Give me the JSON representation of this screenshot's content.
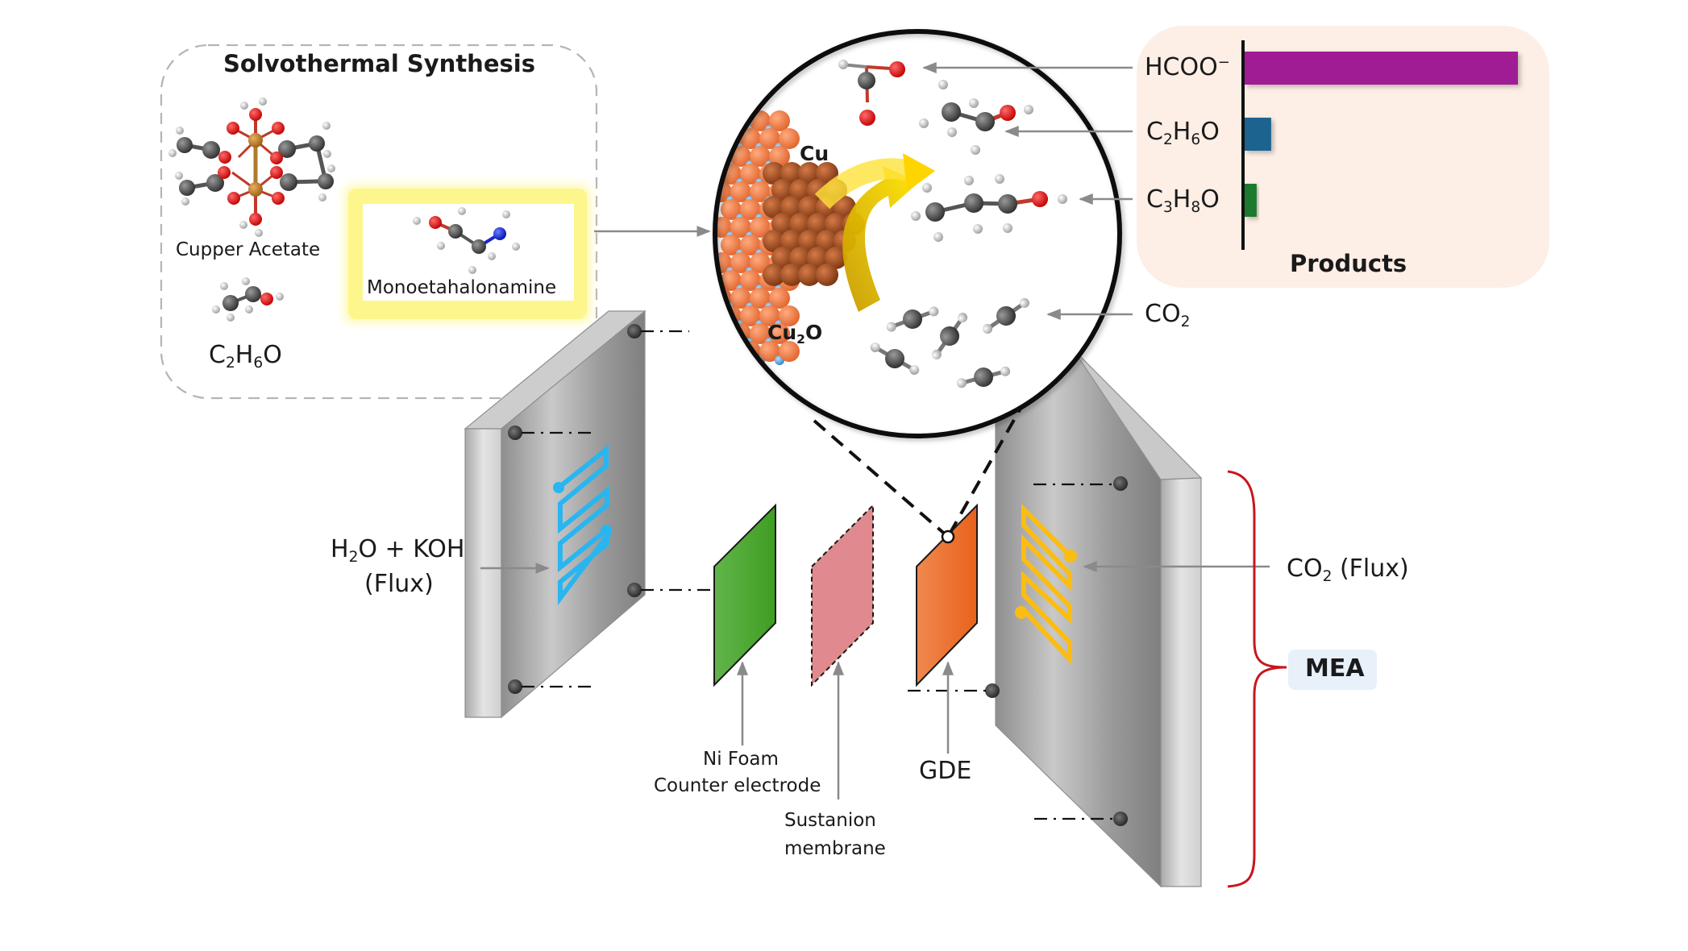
{
  "figure": {
    "synthesis": {
      "title": "Solvothermal Synthesis",
      "reagents": [
        {
          "label": "Cupper Acetate",
          "molecule": "copper-acetate-dimer"
        },
        {
          "label_main": "C",
          "sub1": "2",
          "mid": "H",
          "sub2": "6",
          "tail": "O",
          "molecule": "ethanol"
        },
        {
          "label": "Monoetahalonamine",
          "molecule": "monoethanolamine",
          "highlight_color": "#fff68a"
        }
      ]
    },
    "zoom_view": {
      "labels": {
        "cu": "Cu",
        "cu2o_main": "Cu",
        "cu2o_sub": "2",
        "cu2o_tail": "O"
      },
      "molecules": [
        "formate",
        "ethanol",
        "propanol",
        "co2"
      ]
    },
    "product_labels": {
      "hcoo": {
        "main": "HCOO",
        "sup": "−"
      },
      "c2h6o": {
        "a": "C",
        "s1": "2",
        "b": "H",
        "s2": "6",
        "c": "O"
      },
      "c3h8o": {
        "a": "C",
        "s1": "3",
        "b": "H",
        "s2": "8",
        "c": "O"
      },
      "co2": {
        "a": "CO",
        "s1": "2"
      }
    },
    "cell": {
      "left_inlet": {
        "line1_a": "H",
        "line1_sub": "2",
        "line1_b": "O + KOH",
        "line2": "(Flux)",
        "channel_color": "#29b6f0"
      },
      "right_inlet": {
        "a": "CO",
        "sub": "2",
        "b": " (Flux)",
        "channel_color": "#fbbd13"
      },
      "components": [
        {
          "id": "ni-foam",
          "line1": "Ni Foam",
          "line2": "Counter electrode",
          "color": "#4aa832"
        },
        {
          "id": "membrane",
          "line1": "Sustanion",
          "line2": "membrane",
          "color": "#e08a8f"
        },
        {
          "id": "gde",
          "line1": "GDE",
          "color": "#ee6b25"
        }
      ],
      "assembly_label": "MEA",
      "brace_color": "#c8161d"
    },
    "colors": {
      "synthesis_box_bg": "#ffffff",
      "products_box_bg": "#fdeee6",
      "mea_badge_bg": "#e8f0fa"
    }
  },
  "chart_data": {
    "type": "bar",
    "orientation": "horizontal",
    "title": "Products",
    "xlabel": "Products",
    "ylabel": "",
    "categories": [
      "HCOO⁻",
      "C2H6O",
      "C3H8O"
    ],
    "values": [
      100,
      9.7,
      4.4
    ],
    "value_units": "relative (no axis scale shown)",
    "xlim": [
      0,
      100
    ],
    "colors": [
      "#a01f94",
      "#1a6390",
      "#1f7a2f"
    ],
    "grid": false,
    "legend": "none"
  }
}
